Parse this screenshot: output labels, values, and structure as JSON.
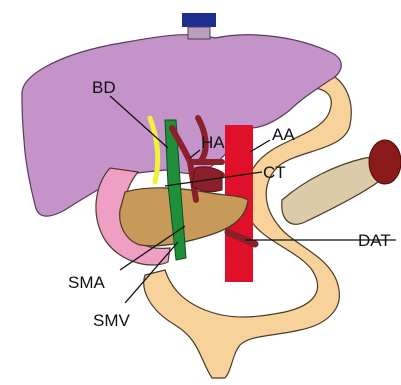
{
  "figure": {
    "labels": {
      "bd": "BD",
      "ha": "HA",
      "aa": "AA",
      "ct": "CT",
      "dat": "DAT",
      "sma": "SMA",
      "smv": "SMV"
    },
    "colors": {
      "liver": "#c493c9",
      "liver_outline": "#5a3a5e",
      "bowel": "#f7d29a",
      "bowel_outline": "#4a3a28",
      "duodenum": "#ef9fc3",
      "pancreas": "#c79a5a",
      "pancreas_tail": "#dccba8",
      "spleen": "#8b1a1a",
      "aorta": "#e0102a",
      "hepatic_artery": "#8b1f2a",
      "portal_vein": "#1f8f3a",
      "bile_duct": "#f3f03a",
      "ivc_clamp": "#1d2f8f"
    }
  }
}
